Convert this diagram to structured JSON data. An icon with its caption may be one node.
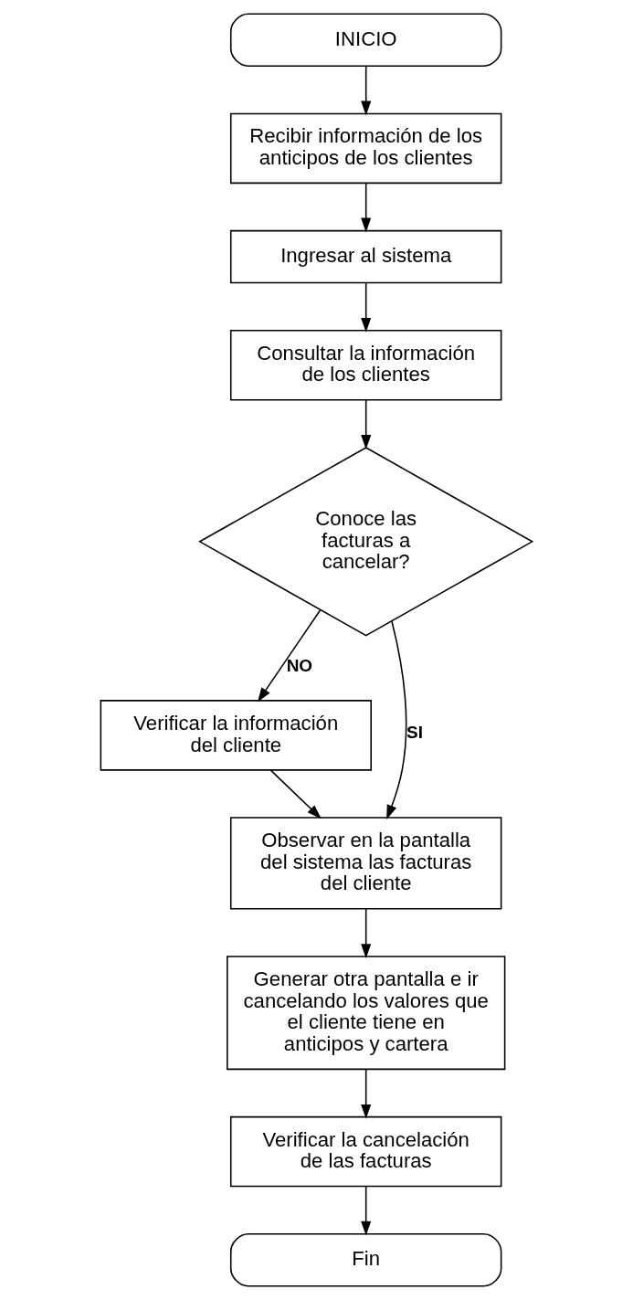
{
  "diagram": {
    "nodes": [
      {
        "text": [
          "INICIO"
        ]
      },
      {
        "text": [
          "Recibir información de los anticipos de los clientes"
        ]
      },
      {
        "text": [
          "Ingresar al sistema"
        ]
      },
      {
        "text": [
          "Consultar la información de los clientes"
        ]
      },
      {
        "text": [
          "Conoce las facturas a cancelar?"
        ]
      },
      {
        "text": [
          "Verificar la información del cliente"
        ]
      },
      {
        "text": [
          "Observar en la pantalla del sistema las facturas del cliente"
        ]
      },
      {
        "text": [
          "Generar otra pantalla e ir cancelando los valores que el cliente tiene en anticipos y cartera"
        ]
      },
      {
        "text": [
          "Verificar la cancelación de las facturas"
        ]
      },
      {
        "text": [
          "Fin"
        ]
      }
    ],
    "edges": [
      {
        "from": 0,
        "to": 1,
        "arrow": "to"
      },
      {
        "from": 1,
        "to": 2,
        "arrow": "to"
      },
      {
        "from": 2,
        "to": 3,
        "arrow": "to"
      },
      {
        "from": 3,
        "to": 4,
        "arrow": "to"
      },
      {
        "from": 4,
        "to": 6,
        "arrow": "to",
        "label": "SI"
      },
      {
        "from": 4,
        "to": 5,
        "arrow": "to",
        "label": "NO"
      },
      {
        "from": 5,
        "to": 6,
        "arrow": "to"
      },
      {
        "from": 6,
        "to": 7,
        "arrow": "to"
      },
      {
        "from": 7,
        "to": 8,
        "arrow": "to"
      },
      {
        "from": 8,
        "to": 9,
        "arrow": "to"
      }
    ]
  }
}
